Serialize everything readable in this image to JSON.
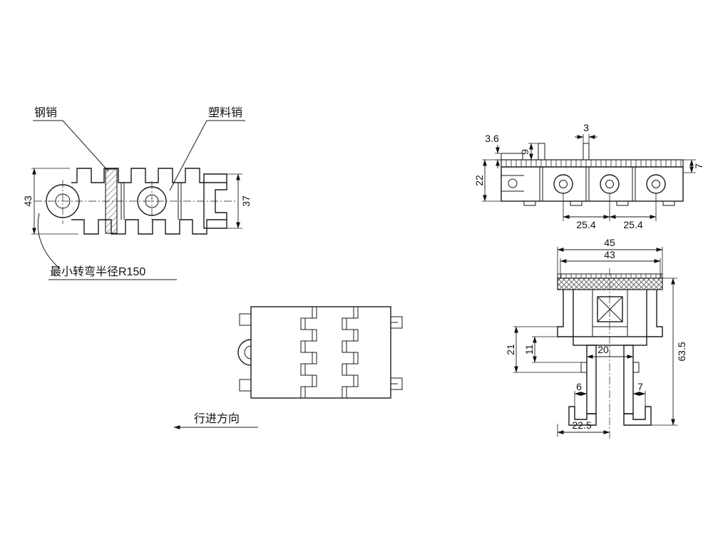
{
  "drawing": {
    "background": "#ffffff",
    "line_color": "#1a1a1a",
    "labels": {
      "steel_pin": "钢销",
      "plastic_pin": "塑料销",
      "min_turn_radius": "最小转弯半径R150",
      "travel_direction": "行进方向"
    },
    "views": {
      "side": {
        "overall_height": "43",
        "link_height": "37"
      },
      "front": {
        "step": "3.6",
        "pin_width": "3",
        "pin_height": "9",
        "body_height": "22",
        "plate_height": "7",
        "pitch_left": "25.4",
        "pitch_right": "25.4"
      },
      "section": {
        "outer_width": "45",
        "inner_width": "43",
        "overall_height": "63.5",
        "depth_21": "21",
        "depth_11": "11",
        "leg_span_20": "20",
        "foot_6": "6",
        "foot_7": "7",
        "half_width": "22.5"
      }
    }
  }
}
